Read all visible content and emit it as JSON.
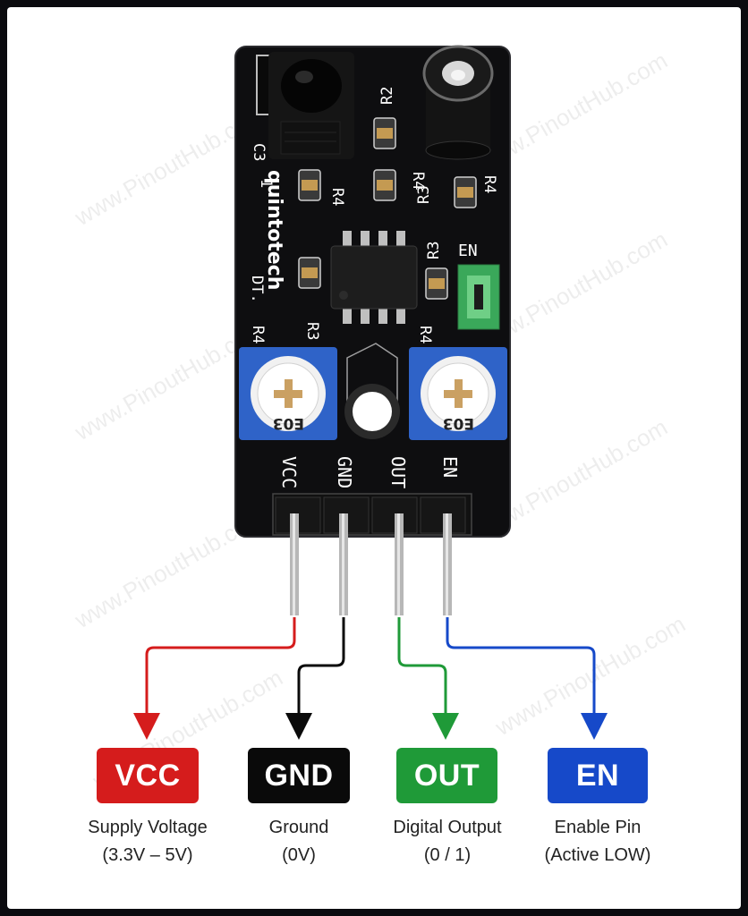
{
  "board": {
    "brand": "quintotech",
    "silkscreen": {
      "r2": "R2",
      "r3a": "R3",
      "r3b": "R3",
      "r3c": "R3",
      "r4a": "R4",
      "r4b": "R4",
      "r4c": "R4",
      "c3": "C3",
      "one": "1",
      "dt": "DT.",
      "en": "EN",
      "pot_left": "E03",
      "pot_right": "E03"
    },
    "header_labels": [
      "VCC",
      "GND",
      "OUT",
      "EN"
    ]
  },
  "watermark": "www.PinoutHub.com",
  "pins": [
    {
      "name": "VCC",
      "desc1": "Supply Voltage",
      "desc2": "(3.3V – 5V)",
      "color": "#d51c1c"
    },
    {
      "name": "GND",
      "desc1": "Ground",
      "desc2": "(0V)",
      "color": "#0a0a0a"
    },
    {
      "name": "OUT",
      "desc1": "Digital Output",
      "desc2": "(0 / 1)",
      "color": "#1f9a38"
    },
    {
      "name": "EN",
      "desc1": "Enable Pin",
      "desc2": "(Active LOW)",
      "color": "#1649c9"
    }
  ]
}
